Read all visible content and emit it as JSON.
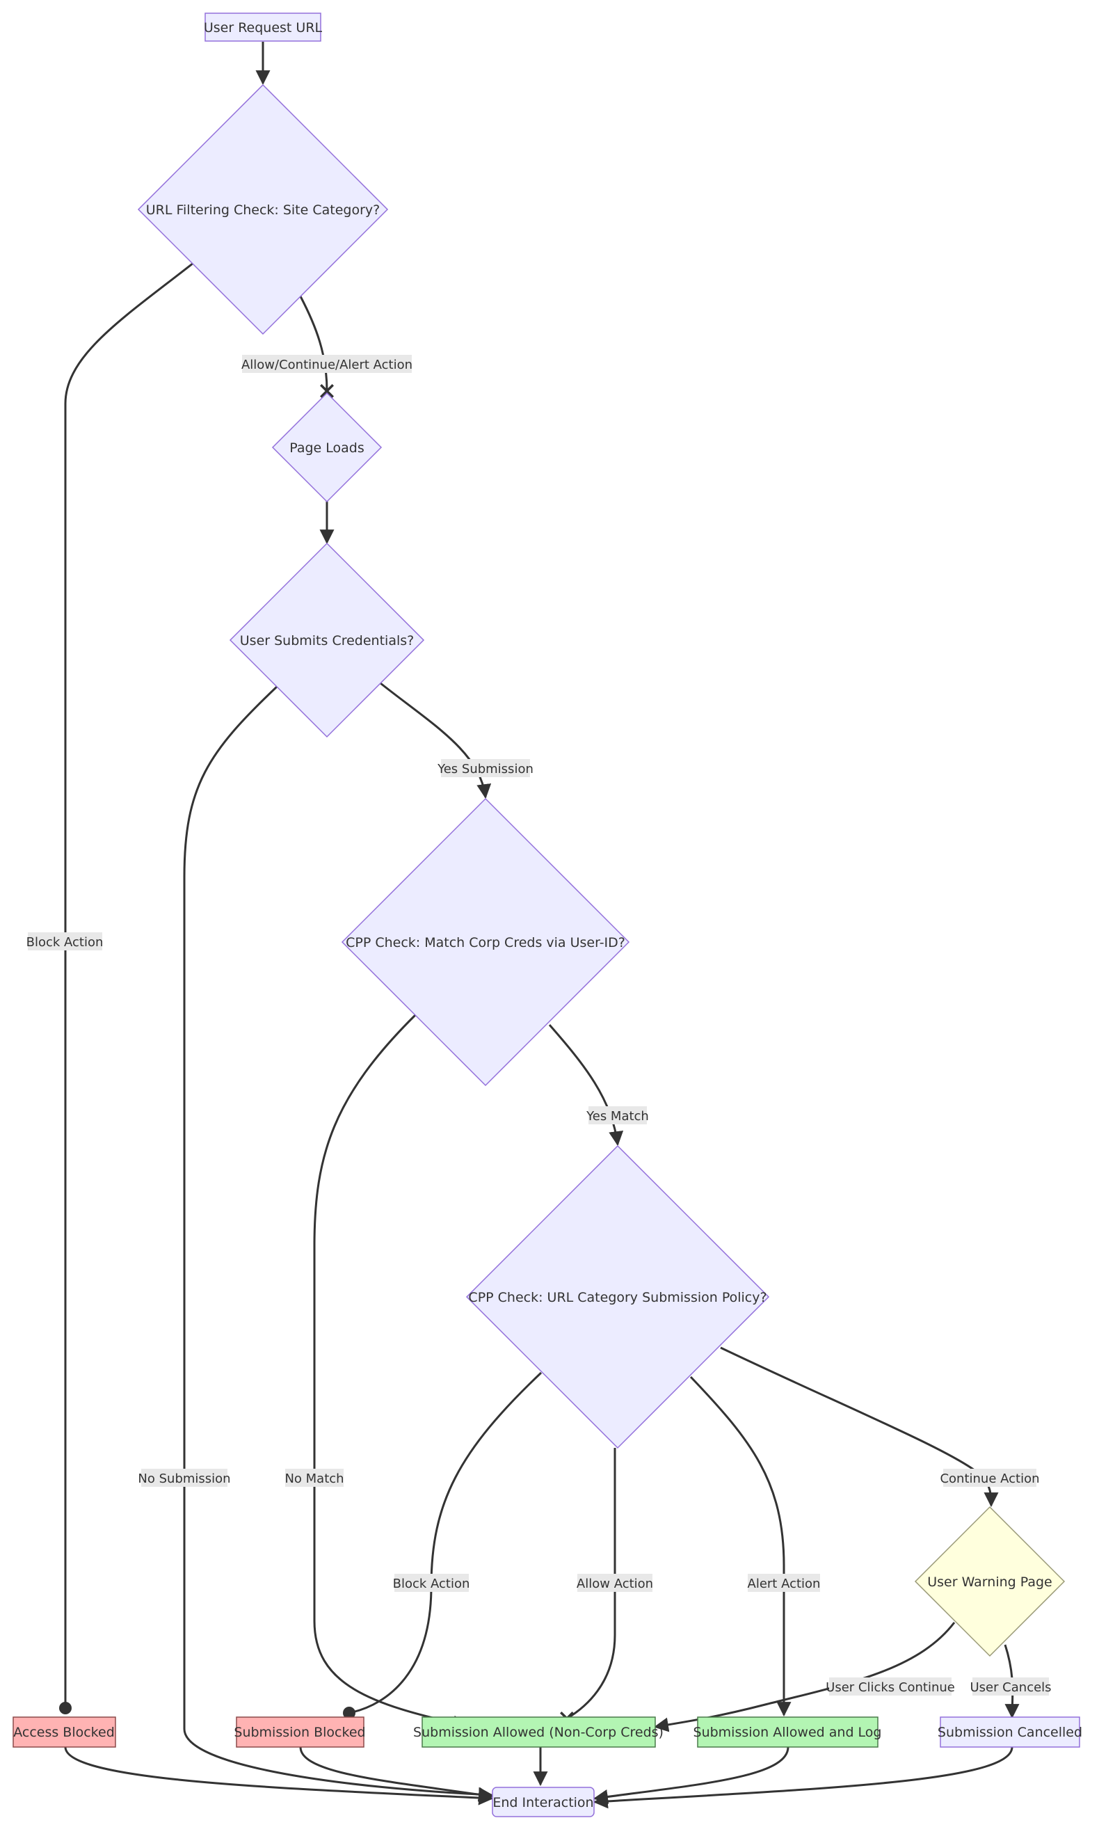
{
  "nodes": {
    "user_request_url": "User Request URL",
    "url_filtering_check": "URL Filtering Check: Site Category?",
    "page_loads": "Page Loads",
    "user_submits_credentials": "User Submits Credentials?",
    "cpp_match_corp_creds": "CPP Check: Match Corp Creds via User-ID?",
    "cpp_url_category_policy": "CPP Check: URL Category Submission Policy?",
    "user_warning_page": "User Warning Page",
    "access_blocked": "Access Blocked",
    "submission_blocked": "Submission Blocked",
    "submission_allowed_noncorp": "Submission Allowed (Non-Corp Creds)",
    "submission_allowed_log": "Submission Allowed and Log",
    "submission_cancelled": "Submission Cancelled",
    "end_interaction": "End Interaction"
  },
  "edges": {
    "block_action_1": "Block Action",
    "allow_continue_alert": "Allow/Continue/Alert Action",
    "no_submission": "No Submission",
    "yes_submission": "Yes Submission",
    "no_match": "No Match",
    "yes_match": "Yes Match",
    "block_action_2": "Block Action",
    "allow_action": "Allow Action",
    "alert_action": "Alert Action",
    "continue_action": "Continue Action",
    "user_clicks_continue": "User Clicks Continue",
    "user_cancels": "User Cancels"
  },
  "colors": {
    "default_fill": "#ececff",
    "default_stroke": "#9370db",
    "blocked_fill": "#ffb3b3",
    "blocked_stroke": "#8b4a4a",
    "allowed_fill": "#b3f5b3",
    "allowed_stroke": "#4a7a4a",
    "warning_fill": "#ffffdd",
    "warning_stroke": "#999977",
    "edge": "#333333",
    "label_bg": "#e8e8e8"
  }
}
